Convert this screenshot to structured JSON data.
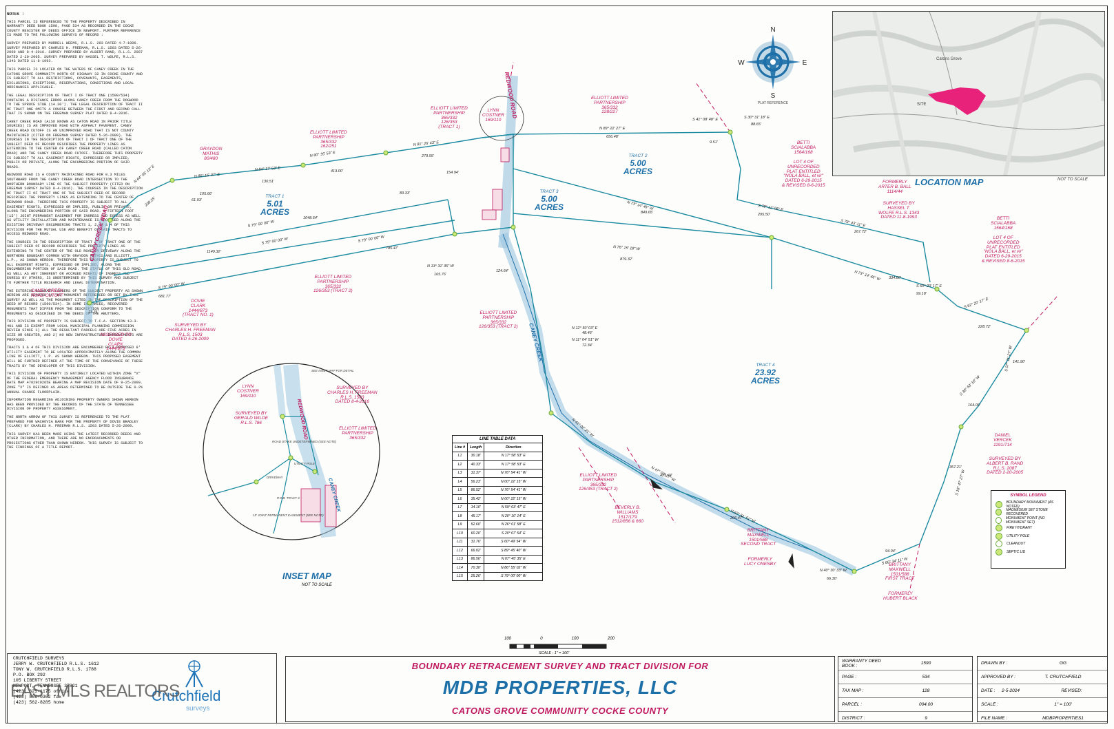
{
  "notes": {
    "title": "NOTES :",
    "paragraphs": [
      "THIS PARCEL IS REFERENCED TO THE PROPERTY DESCRIBED IN WARRANTY DEED BOOK 1590, PAGE 534 AS RECORDED IN THE COCKE COUNTY REGISTER OF DEEDS OFFICE IN NEWPORT. FURTHER REFERENCE IS MADE TO THE FOLLOWING SURVEYS OF RECORD :",
      "SURVEY PREPARED BY MURRELL WEEMS, R.L.S. 293 DATED 4-7-1996. SURVEY PREPARED BY CHARLES H. FREEMAN, R.L.S. 1503 DATED 5-26-2009 AND 8-4-2016. SURVEY PREPARED BY ALBERT RAND, R.L.S. 2087 DATED 2-20-2005. SURVEY PREPARED BY HASSEL T. WOLFE, R.L.S. 1343 DATED 11-8-1993.",
      "THIS PARCEL IS LOCATED ON THE WATERS OF CANEY CREEK IN THE CATONS GROVE COMMUNITY NORTH OF HIGHWAY 32 IN COCKE COUNTY AND IS SUBJECT TO ALL RESTRICTIONS, COVENANTS, EASEMENTS, EXCLUSIONS, EXCEPTIONS, RESERVATIONS, CONDITIONS AND LOCAL ORDINANCES APPLICABLE.",
      "THE LEGAL DESCRIPTION OF TRACT I OF TRACT ONE (1590/534) CONTAINS A DISTANCE ERROR ALONG CANEY CREEK FROM THE DOGWOOD TO THE SPRUCE STUB (14.30'). THE LEGAL DESCRIPTION OF TRACT II OF TRACT ONE OMITS A COURSE BETWEEN THE FIRST AND SECOND CALL THAT IS SHOWN ON THE FREEMAN SURVEY PLAT DATED 8-4-2016.",
      "CANEY CREEK ROAD (ALSO KNOWN AS CATON ROAD IN PRIOR TITLE SOURCES) IS AN IMPROVED ROAD WITH ASPHALT PAVEMENT. CANEY CREEK ROAD CUTOFF IS AN UNIMPROVED ROAD THAT IS NOT COUNTY MAINTAINED (CITED ON FREEMAN SURVEY DATED 5-26-2009). THE COURSES IN THE DESCRIPTION OF TRACT I OF TRACT ONE OF THE SUBJECT DEED OF RECORD DESCRIBES THE PROPERTY LINES AS EXTENDING TO THE CENTER OF CANEY CREEK ROAD (CALLED CATON ROAD) AND THE CANEY CREEK ROAD CUTOFF. THEREFORE THIS PROPERTY IS SUBJECT TO ALL EASEMENT RIGHTS, EXPRESSED OR IMPLIED, PUBLIC OR PRIVATE, ALONG THE ENCUMBERING PORTION OF SAID ROADS.",
      "REDWOOD ROAD IS A COUNTY MAINTAINED ROAD FOR 0.3 MILES SOUTHWARD FROM THE CANEY CREEK ROAD INTERSECTION TO THE NORTHERN BOUNDARY LINE OF THE SUBJECT PROPERTY (CITED ON FREEMAN SURVEY DATED 8-4-2016). THE COURSES IN THE DESCRIPTION OF TRACT II OF TRACT ONE OF THE SUBJECT DEED OF RECORD DESCRIBES THE PROPERTY LINES AS EXTENDING TO THE CENTER OF REDWOOD ROAD. THEREFORE THIS PROPERTY IS SUBJECT TO ALL EASEMENT RIGHTS, EXPRESSED OR IMPLIED, PUBLIC OR PRIVATE, ALONG THE ENCUMBERING PORTION OF SAID ROAD. A FIFTEEN FOOT (15') JOINT PERMANENT EASEMENT FOR INGRESS AND EGRESS AS WELL AS UTILITY INSTALLATION AND MAINTENANCE IS PROPOSED ALONG THE EXISTING DRIVEWAY ENCUMBERING TRACTS 1, 2, 3 & 4 OF THIS DIVISION FOR THE MUTUAL USE AND BENEFIT OF SAID TRACTS TO ACCESS REDWOOD ROAD.",
      "THE COURSES IN THE DESCRIPTION OF TRACT I OF TRACT ONE OF THE SUBJECT DEED OF RECORD DESCRIBES THE PROPERTY LINES AS EXTENDING TO THE CENTER OF THE OLD ROAD OR DRIVEWAY ALONG THE NORTHERN BOUNDARY COMMON WITH GRAYDON MATHIS AND ELLIOTT, L.P., AS SHOWN HEREON. THEREFORE THIS PROPERTY IS SUBJECT TO ALL EASEMENT RIGHTS, EXPRESSED OR IMPLIED, ALONG THE ENCUMBERING PORTION OF SAID ROAD. THE STATUS OF THIS OLD ROAD, AS WELL AS ANY INHERENT OR ACCRUED RIGHTS OF INGRESS AND EGRESS BY OTHERS, IS UNDETERMINED BY THIS SURVEY AND SUBJECT TO FURTHER TITLE RESEARCH AND LEGAL DETERMINATION.",
      "THE EXTERIOR BOUNDARY CORNERS OF THE SUBJECT PROPERTY AS SHOWN HEREON ARE DENOTED BY THE MONUMENT REFERENCED OR SET BY THIS SURVEY AS WELL AS THE MONUMENT CITED IN THE DESCRIPTION OF THE DEED OF RECORD (1590/534). IN SOME INSTANCES, RECOVERED MONUMENTS THAT DIFFER FROM THE DESCRIPTION CONFORM TO THE MONUMENTS AS DESCRIBED IN THE DEEDS OF THE ABUTTERS.",
      "THIS DIVISION OF PROPERTY IS SUBJECT TO T.C.A. SECTION 13-3-401 AND IS EXEMPT FROM LOCAL MUNICIPAL PLANNING COMMISSION REVIEW SINCE 1) ALL THE RESULTANT PARCELS ARE FIVE ACRES IN SIZE OR GREATER, AND 2) NO NEW INFRASTRUCTURE IMPROVEMENTS ARE PROPOSED.",
      "TRACTS 3 & 4 OF THIS DIVISION ARE ENCUMBERED BY A PROPOSED 8' UTILITY EASEMENT TO BE LOCATED APPROXIMATELY ALONG THE COMMON LINE OF ELLIOTT, L.P. AS SHOWN HEREON. THIS PROPOSED EASEMENT WILL BE FURTHER DEFINED AT THE TIME OF THE CONVEYANCE OF THESE TRACTS BY THE DEVELOPER OF THIS DIVISION.",
      "THIS DIVISION OF PROPERTY IS ENTIRELY LOCATED WITHIN ZONE \"X\" OF THE FEDERAL EMERGENCY MANAGEMENT AGENCY FLOOD INSURANCE RATE MAP 47029C0265E BEARING A MAP REVISION DATE OF 9-25-2009. ZONE \"X\" IS DEFINED AS AREAS DETERMINED TO BE OUTSIDE THE 0.2% ANNUAL CHANCE FLOODPLAIN.",
      "INFORMATION REGARDING ADJOINING PROPERTY OWNERS SHOWN HEREON HAS BEEN PROVIDED BY THE RECORDS OF THE STATE OF TENNESSEE DIVISION OF PROPERTY ASSESSMENT.",
      "THE NORTH ARROW OF THIS SURVEY IS REFERENCED TO THE PLAT PREPARED FOR WACHOVIA BANK FOR THE PROPERTY OF DOVIE BRADLEY (CLARK) BY CHARLES H. FREEMAN R.L.S. 1503 DATED 5-26-2009.",
      "THIS SURVEY HAS BEEN MADE USING THE LATEST RECORDED DEEDS AND OTHER INFORMATION, AND THERE ARE NO ENCROACHMENTS OR PROJECTIONS OTHER THAN SHOWN HEREON. THIS SURVEY IS SUBJECT TO THE FINDINGS OF A TITLE REPORT."
    ]
  },
  "compass": {
    "n": "N",
    "s": "S",
    "e": "E",
    "w": "W",
    "caption": "PLAT REFERENCE"
  },
  "location_map": {
    "title": "LOCATION MAP",
    "not_to_scale": "NOT TO SCALE",
    "site": "SITE",
    "place": "Catons Grove"
  },
  "tracts": [
    {
      "name": "TRACT 1",
      "acres": "5.01",
      "unit": "ACRES"
    },
    {
      "name": "TRACT 2",
      "acres": "5.00",
      "unit": "ACRES"
    },
    {
      "name": "TRACT 3",
      "acres": "5.00",
      "unit": "ACRES"
    },
    {
      "name": "TRACT 4",
      "acres": "23.92",
      "unit": "ACRES"
    }
  ],
  "owners": {
    "graydon": [
      "GRAYDON",
      "MATHIS",
      "80/480"
    ],
    "elliott_a": [
      "ELLIOTT LIMITED",
      "PARTNERSHIP",
      "365/332",
      "162/251"
    ],
    "elliott_b": [
      "ELLIOTT LIMITED",
      "PARTNERSHIP",
      "365/332",
      "126/353",
      "(TRACT 1)"
    ],
    "elliott_c": [
      "ELLIOTT LIMITED",
      "PARTNERSHIP",
      "365/332",
      "128/227"
    ],
    "elliott_d": [
      "ELLIOTT LIMITED",
      "PARTNERSHIP",
      "365/332",
      "126/353 (TRACT 2)"
    ],
    "elliott_e": [
      "ELLIOTT LIMITED",
      "PARTNERSHIP",
      "365/332",
      "126/353 (TRACT 2)"
    ],
    "elliott_f": [
      "ELLIOTT LIMITED",
      "PARTNERSHIP",
      "365/332",
      "126/353 (TRACT 2)"
    ],
    "lynn": [
      "LYNN",
      "COSTNER",
      "169/110"
    ],
    "betti_a": [
      "BETTI",
      "SCIALABBA",
      "1564/168"
    ],
    "betti_a_lot": [
      "LOT 4 OF",
      "UNRECORDED",
      "PLAT ENTITLED",
      "\"NOLA BALL, et vir\"",
      "DATED 6-29-2015",
      "& REVISED 8-6-2015"
    ],
    "betti_b": [
      "BETTI",
      "SCIALABBA",
      "1564/168"
    ],
    "betti_b_lot": [
      "LOT 4 OF",
      "UNRECORDED",
      "PLAT ENTITLED",
      "\"NOLA BALL, et vir\"",
      "DATED 6-29-2015",
      "& REVISED 8-6-2015"
    ],
    "formerly_ball": [
      "FORMERLY",
      "ARTER B. BALL",
      "1114/44"
    ],
    "wolfe": [
      "SURVEYED BY",
      "HASSEL T.",
      "WOLFE R.L.S. 1343",
      "DATED 11-8-1993"
    ],
    "dovie": [
      "DOVIE",
      "CLARK",
      "1444/873",
      "(TRACT NO. 1)"
    ],
    "freeman": [
      "SURVEYED BY",
      "CHARLES H. FREEMAN",
      "R.L.S. 1503",
      "DATED 5-26-2009"
    ],
    "assessed": [
      "ASSESSED TO",
      "DOVIE",
      "CLARK",
      "1444/873"
    ],
    "cutoff": [
      "CANEY CREEK",
      "ROAD CUTOFF"
    ],
    "beverly": [
      "BEVERLY B.",
      "WILLIAMS",
      "1517/179",
      "1512/856 & 660"
    ],
    "brittany_a": [
      "BRITTANY",
      "MAXWELL",
      "1501/588",
      "SECOND TRACT"
    ],
    "formerly_lucy": [
      "FORMERLY",
      "LUCY ONENBY"
    ],
    "brittany_b": [
      "BRITTANY",
      "MAXWELL",
      "1501/588",
      "FIRST TRACT"
    ],
    "formerly_hubert": [
      "FORMERLY",
      "HUBERT BLACK"
    ],
    "daniel": [
      "DANIEL",
      "VERCEK",
      "1191/714"
    ],
    "rand": [
      "SURVEYED BY",
      "ALBERT B. RAND",
      "R.L.S. 2087",
      "DATED 2-20-2005"
    ]
  },
  "roads": {
    "caney_creek_road": "CANEY CREEK ROAD",
    "redwood_road": "REDWOOD ROAD",
    "caney_creek": "CANEY CREEK"
  },
  "bearings": [
    "N 80° 35' 53\" E",
    "N 81° 26' 43\" E",
    "N 85° 16' 07\" E",
    "N 84° 17' 53\" E",
    "S 79° 00' 00\" W",
    "S 79° 00' 00\" W",
    "S 79° 00' 00\" W",
    "S 79° 00' 00\" W",
    "N 89° 22' 27\" E",
    "N 73° 14' 46\" W",
    "N 76° 15' 18\" W",
    "S 78° 12' 06\" E",
    "S 78° 43' 11\" E",
    "N 73° 14' 46\" W",
    "S 62° 20' 17\" E",
    "S 60° 20' 17\" E",
    "S 07° 11' 27\" W",
    "S 38° 53' 18\" W",
    "S 18° 47' 27\" W",
    "S 66° 34' 11\" W",
    "N 40° 30' 33\" W",
    "N 62° 51' 51\" W",
    "N 47° 03' 27\" W",
    "N 41° 02' 21\" W",
    "S 41° 08' 48\" E",
    "S 30° 31' 18\" E",
    "N 12° 50' 03\" E",
    "N 11° 04' 51\" W",
    "N 64° 05' 13\" E",
    "N 13° 31' 35\" W"
  ],
  "distances": [
    "413.00'",
    "279.55'",
    "105.66'",
    "130.51'",
    "1048.64'",
    "1149.32'",
    "785.47'",
    "681.77'",
    "656.48'",
    "849.65'",
    "879.32'",
    "295.50'",
    "267.72'",
    "334.60'",
    "228.72'",
    "99.18'",
    "141.90'",
    "164.06'",
    "357.21'",
    "94.04'",
    "66.30'",
    "206.47'",
    "425.44'",
    "72.34'",
    "48.46'",
    "165.76'",
    "124.64'",
    "61.93'",
    "208.25'",
    "154.94'",
    "83.33'",
    "9.51'",
    "88.65'",
    "11.75'"
  ],
  "inset": {
    "title": "INSET MAP",
    "not_to_scale": "NOT TO SCALE",
    "lynn": [
      "LYNN",
      "COSTNER",
      "169/110"
    ],
    "wilde": [
      "SURVEYED BY",
      "GERALD WILDE",
      "R.L.S. 786"
    ],
    "freeman": [
      "SURVEYED BY",
      "CHARLES H. FREEMAN",
      "R.L.S. 1503",
      "DATED 8-4-2016"
    ],
    "elliott": [
      "ELLIOTT LIMITED",
      "PARTNERSHIP",
      "365/332"
    ],
    "redwood": "REDWOOD ROAD",
    "creek": "CANEY CREEK",
    "notes": [
      "ROAD STAKE UNDETERMINED (SEE NOTE)",
      "UTILITY POLE",
      "DRIVEWAY",
      "15' JOINT PERMANENT EASEMENT (SEE NOTE)",
      "P.O.B. TRACT 3",
      "SEE INSET MAP FOR DETAIL"
    ]
  },
  "line_table": {
    "title": "LINE TABLE DATA",
    "headers": [
      "Line #",
      "Length",
      "Direction"
    ],
    "rows": [
      [
        "L1",
        "30.18'",
        "N 17° 58' 53\" E"
      ],
      [
        "L2",
        "40.33'",
        "N 17° 58' 53\" E"
      ],
      [
        "L3",
        "31.37'",
        "N 76° 54' 41\" W"
      ],
      [
        "L4",
        "56.23'",
        "N 00° 22' 15\" W"
      ],
      [
        "L5",
        "86.52'",
        "N 76° 54' 41\" W"
      ],
      [
        "L6",
        "35.42'",
        "N 00° 22' 15\" W"
      ],
      [
        "L7",
        "14.10'",
        "N 59° 03' 47\" E"
      ],
      [
        "L8",
        "45.17'",
        "N 20° 10' 14\" E"
      ],
      [
        "L9",
        "52.60'",
        "N 26° 01' 58\" E"
      ],
      [
        "L10",
        "60.20'",
        "S 20° 07' 54\" E"
      ],
      [
        "L11",
        "31.76'",
        "S 60° 49' 54\" W"
      ],
      [
        "L12",
        "66.02'",
        "S 89° 45' 40\" W"
      ],
      [
        "L13",
        "86.56'",
        "N 07° 45' 35\" E"
      ],
      [
        "L14",
        "70.30'",
        "N 86° 55' 02\" W"
      ],
      [
        "L15",
        "25.26'",
        "S 79° 00' 00\" W"
      ]
    ]
  },
  "symbol_legend": {
    "title": "SYMBOL LEGEND",
    "items": [
      "BOUNDARY MONUMENT (AS NOTED)",
      "MAGNESIUM SET STONE RECOVERED",
      "MONUMENT POINT (NO MONUMENT SET)",
      "FIRE HYDRANT",
      "UTILITY POLE",
      "CLEANOUT",
      "SEPTIC LID"
    ]
  },
  "scale_bar": {
    "ticks": [
      "100",
      "0",
      "100",
      "200"
    ],
    "label": "SCALE : 1\" = 100'"
  },
  "title_block": {
    "firm_name": "CRUTCHFIELD SURVEYS",
    "surveyors": [
      "JERRY W. CRUTCHFIELD R.L.S. 1612",
      "TONY W. CRUTCHFIELD R.L.S. 1788"
    ],
    "address": [
      "P.O. BOX 292",
      "105 LIBERTY STREET",
      "NEWPORT, TENNESSEE 37821"
    ],
    "phones": [
      "(423) 625-1175 office",
      "(423) 566-0362 fax",
      "(423) 562-8285 home"
    ],
    "brand": "Crutchfield",
    "brand_sub": "surveys",
    "line1": "BOUNDARY RETRACEMENT SURVEY AND TRACT DIVISION FOR",
    "line2": "MDB PROPERTIES, LLC",
    "line3": "CATONS GROVE COMMUNITY   COCKE COUNTY",
    "deed_book_label": "WARRANTY DEED BOOK :",
    "deed_book": "1590",
    "page_label": "PAGE :",
    "page": "534",
    "tax_map_label": "TAX MAP :",
    "tax_map": "128",
    "parcel_label": "PARCEL :",
    "parcel": "004.00",
    "district_label": "DISTRICT :",
    "district": "9",
    "drawn_label": "DRAWN BY :",
    "drawn": "GG",
    "approved_label": "APPROVED BY :",
    "approved": "T. CRUTCHFIELD",
    "date_label": "DATE :",
    "date": "2-5-2024",
    "revised_label": "REVISED:",
    "scale_label": "SCALE :",
    "scale": "1\" = 100'",
    "file_label": "FILE NAME :",
    "file": "MDBPROPERTIES1"
  },
  "watermark": "EAST MLS REALTORS"
}
